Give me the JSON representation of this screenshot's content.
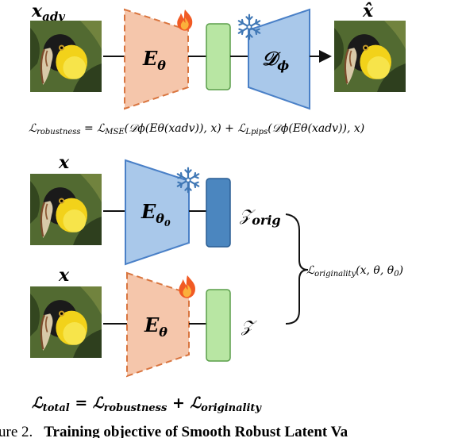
{
  "top": {
    "input_label_main": "x",
    "input_label_sub": "adv",
    "encoder_label_main": "E",
    "encoder_label_sub": "θ",
    "decoder_label_main": "𝒟",
    "decoder_label_sub": "ϕ",
    "output_label": "x̂",
    "fire_icon": "fire-icon",
    "snowflake_icon": "snowflake-icon"
  },
  "robustness_equation": {
    "lhs_main": "ℒ",
    "lhs_sub": "robustness",
    "eq": " = ",
    "term1_main": "ℒ",
    "term1_sub": "MSE",
    "term1_arg": "(𝒟ϕ(Eθ(xadv)), x)",
    "plus": " + ",
    "term2_main": "ℒ",
    "term2_sub": "Lpips",
    "term2_arg": "(𝒟ϕ(Eθ(xadv)), x)"
  },
  "middle": {
    "input_label": "x",
    "encoder_label_main": "E",
    "encoder_label_sub": "θ",
    "encoder_label_subsub": "0",
    "latent_label_main": "𝒵",
    "latent_label_sub": "orig",
    "snowflake_icon": "snowflake-icon"
  },
  "originality": {
    "label_main": "ℒ",
    "label_sub": "originality",
    "label_arg": "(x, θ, θ",
    "label_arg_sub": "0",
    "label_arg_end": ")"
  },
  "bottom": {
    "input_label": "x",
    "encoder_label_main": "E",
    "encoder_label_sub": "θ",
    "latent_label": "𝒵",
    "fire_icon": "fire-icon"
  },
  "total_equation": {
    "lhs_main": "ℒ",
    "lhs_sub": "total",
    "eq": " = ",
    "t1_main": "ℒ",
    "t1_sub": "robustness",
    "plus": " + ",
    "t2_main": "ℒ",
    "t2_sub": "originality"
  },
  "caption": {
    "prefix": "ure 2.",
    "text": "Training objective of Smooth Robust Latent Va"
  },
  "colors": {
    "encoder_fill": "#f5c6ab",
    "encoder_stroke": "#d9753f",
    "frozen_fill": "#a9c8ea",
    "frozen_stroke": "#4a80c7",
    "latent_green": "#b8e6a3",
    "latent_green_stroke": "#5a9e4a",
    "latent_blue": "#4b86bf",
    "latent_blue_stroke": "#2a5d93"
  }
}
